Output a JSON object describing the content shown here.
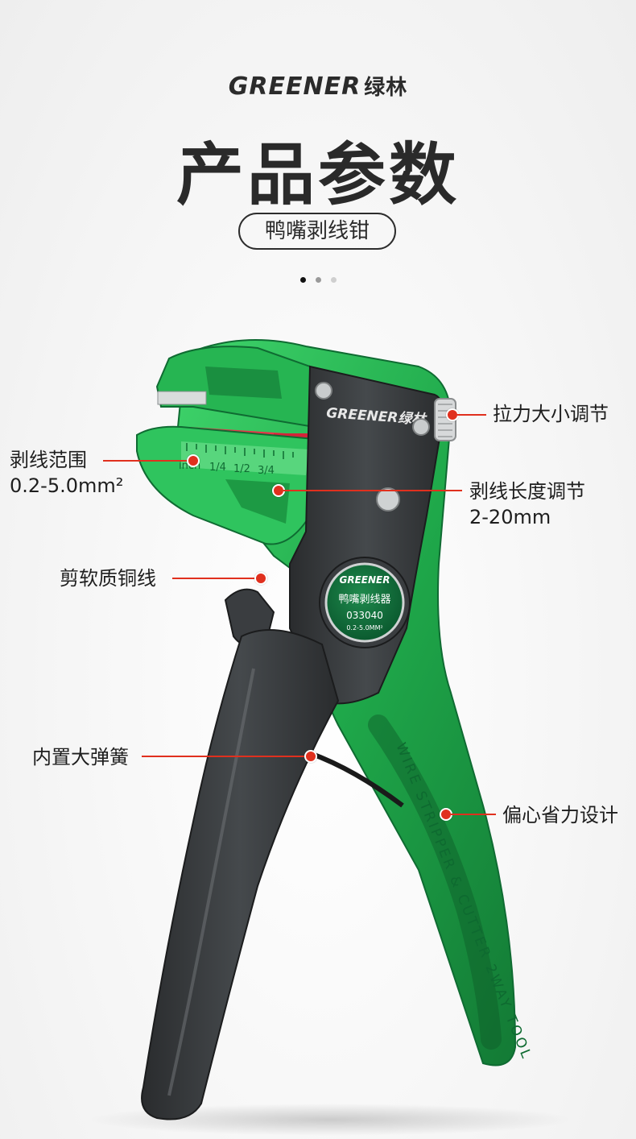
{
  "header": {
    "brand_en": "GREENER",
    "brand_cn": "绿林",
    "title": "产品参数",
    "subtitle": "鸭嘴剥线钳",
    "carousel_dots": 3,
    "active_dot": 0
  },
  "product_print": {
    "handle_logo": "GREENER绿林",
    "badge_brand": "GREENER",
    "badge_name": "鸭嘴剥线器",
    "badge_model": "033040",
    "badge_spec": "0.2-5.0MM²",
    "handle_text": "WIRE STRIPPER & CUTTER 2WAY TOOL",
    "scale_marks": [
      "inch",
      "1/4",
      "1/2",
      "3/4"
    ]
  },
  "callouts": {
    "tension_adjust": "拉力大小调节",
    "strip_range": "剥线范围",
    "strip_range_value": "0.2-5.0mm²",
    "strip_length": "剥线长度调节",
    "strip_length_value": "2-20mm",
    "cut_copper": "剪软质铜线",
    "built_in_spring": "内置大弹簧",
    "eccentric_design": "偏心省力设计"
  },
  "colors": {
    "accent_green": "#1fa84a",
    "dark_body": "#3a3d40",
    "callout_red": "#e0301e",
    "badge_green": "#0f6b3a"
  }
}
